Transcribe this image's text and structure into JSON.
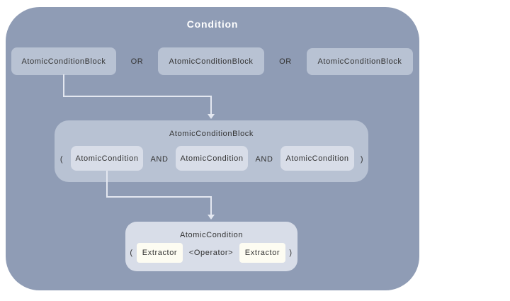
{
  "diagram": {
    "title": "Condition",
    "colors": {
      "outer_bg": "#8f9cb5",
      "block_bg": "#b8c2d3",
      "inner_bg": "#d8dde8",
      "extractor_bg": "#fdfcf2",
      "text": "#333333",
      "title_text": "#ffffff",
      "connector": "#e3e7f0"
    },
    "top_row": {
      "or_label": "OR",
      "blocks": [
        {
          "label": "AtomicConditionBlock"
        },
        {
          "label": "AtomicConditionBlock"
        },
        {
          "label": "AtomicConditionBlock"
        }
      ]
    },
    "atomic_condition_block": {
      "title": "AtomicConditionBlock",
      "open_paren": "(",
      "close_paren": ")",
      "and_label": "AND",
      "conditions": [
        {
          "label": "AtomicCondition"
        },
        {
          "label": "AtomicCondition"
        },
        {
          "label": "AtomicCondition"
        }
      ]
    },
    "atomic_condition": {
      "title": "AtomicCondition",
      "open_paren": "(",
      "close_paren": ")",
      "extractor_left": "Extractor",
      "operator": "<Operator>",
      "extractor_right": "Extractor"
    }
  }
}
